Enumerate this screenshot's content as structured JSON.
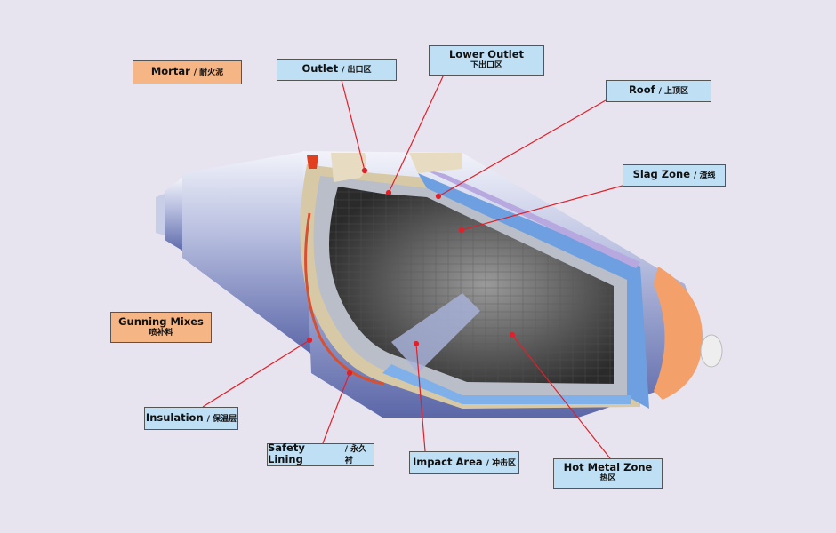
{
  "labels": {
    "mortar": {
      "en": "Mortar",
      "zh": "/ 耐火泥"
    },
    "outlet": {
      "en": "Outlet",
      "zh": "/ 出口区"
    },
    "lower_outlet": {
      "en": "Lower Outlet",
      "zh": "下出口区"
    },
    "roof": {
      "en": "Roof",
      "zh": "/ 上顶区"
    },
    "slag_zone": {
      "en": "Slag Zone",
      "zh": "/ 渣线"
    },
    "gunning_mixes": {
      "en": "Gunning Mixes",
      "zh": "喷补料"
    },
    "insulation": {
      "en": "Insulation",
      "zh": "/ 保温层"
    },
    "safety_lining": {
      "en": "Safety Lining",
      "zh": "/ 永久衬"
    },
    "impact_area": {
      "en": "Impact Area",
      "zh": "/ 冲击区"
    },
    "hot_metal_zone": {
      "en": "Hot Metal Zone",
      "zh": "热区"
    }
  },
  "colors": {
    "background": "#e8e4ef",
    "label_blue": "#bfdff5",
    "label_orange": "#f5b585",
    "leader": "#e0202a"
  }
}
